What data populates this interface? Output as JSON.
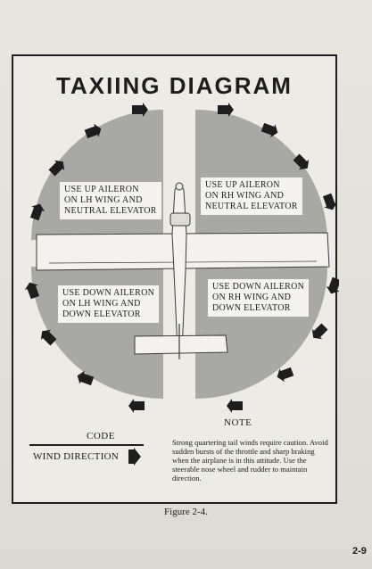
{
  "diagram": {
    "title": "TAXIING DIAGRAM",
    "quadrants": [
      {
        "id": "upper-left",
        "text": "USE UP AILERON\nON LH WING AND\nNEUTRAL ELEVATOR"
      },
      {
        "id": "upper-right",
        "text": "USE UP AILERON\nON RH WING AND\nNEUTRAL ELEVATOR"
      },
      {
        "id": "lower-left",
        "text": "USE DOWN AILERON\nON LH WING AND\nDOWN ELEVATOR"
      },
      {
        "id": "lower-right",
        "text": "USE DOWN AILERON\nON RH WING AND\nDOWN ELEVATOR"
      }
    ]
  },
  "code": {
    "heading": "CODE",
    "wind_direction_label": "WIND DIRECTION",
    "arrow_icon": "right-arrow-icon"
  },
  "note": {
    "heading": "NOTE",
    "text": "Strong quartering tail winds require caution. Avoid sudden bursts of the throttle and sharp braking when the airplane is in this attitude. Use the steerable nose wheel and rudder to maintain direction."
  },
  "caption": "Figure 2-4.",
  "page_number": "2-9",
  "colors": {
    "sector_fill": "#a8a8a4",
    "border": "#1e1e1e",
    "paper": "#ecebe6"
  }
}
